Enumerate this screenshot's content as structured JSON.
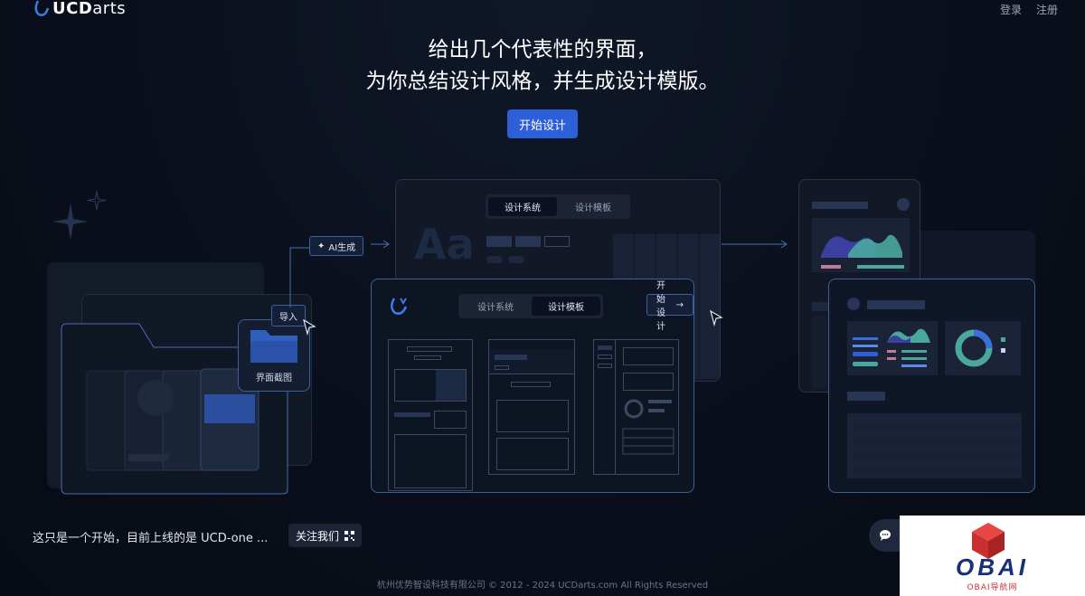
{
  "header": {
    "logo_prefix": "UCD",
    "logo_suffix": "arts",
    "login": "登录",
    "register": "注册"
  },
  "hero": {
    "line1": "给出几个代表性的界面，",
    "line2": "为你总结设计风格，并生成设计模版。",
    "cta": "开始设计"
  },
  "illustration": {
    "import_label": "导入",
    "screenshot_label": "界面截图",
    "ai_label": "AI生成",
    "aa_glyph": "Aa",
    "tab_system": "设计系统",
    "tab_template": "设计模板",
    "start_button": "开始设计"
  },
  "bottom": {
    "text": "这只是一个开始，目前上线的是 UCD-one ...",
    "follow": "关注我们"
  },
  "footer": {
    "copyright": "杭州优势智设科技有限公司 © 2012 - 2024 UCDarts.com All Rights Reserved"
  },
  "watermark": {
    "brand": "OBAI",
    "sub": "OBAI导航网"
  },
  "colors": {
    "accent": "#2d5fd9",
    "teal": "#4aa7a0",
    "purple": "#3b3f9f",
    "background": "#0a0f1c"
  }
}
